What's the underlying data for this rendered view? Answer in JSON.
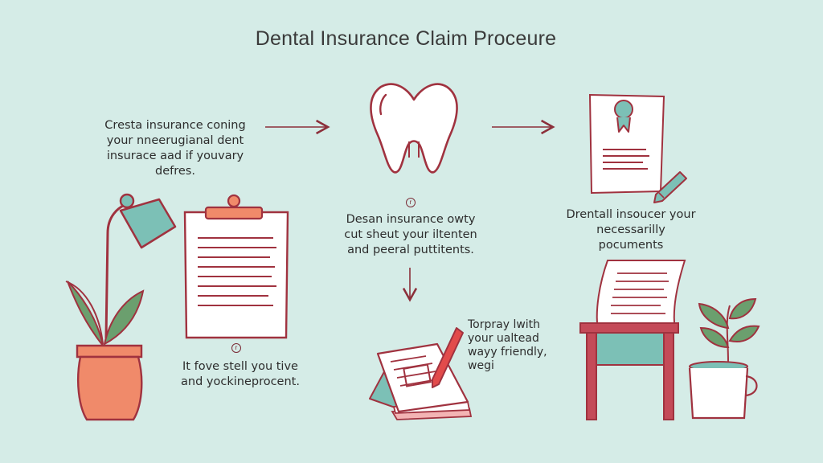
{
  "title": "Dental Insurance Claim Proceure",
  "steps": [
    {
      "text": "Cresta insurance coning\nyour nneerugianal dent\ninsurace aad if youvary\ndefres."
    },
    {
      "text": "Desan insurance owty\ncut sheut your iltenten\nand peeral puttitents."
    },
    {
      "text": "Drentall insoucer your\nnecessarilly pocuments"
    },
    {
      "text": "It fove stell you tive\nand yockineprocent."
    },
    {
      "text": "Torpray lwith\nyour ualtead\nwayy friendly,\nwegi"
    }
  ],
  "markers": [
    "r",
    "r"
  ],
  "colors": {
    "background": "#d5ece7",
    "line": "#a0323f",
    "teal": "#7cc0b6",
    "coral": "#f08a6a",
    "leaf": "#6b9f6e",
    "paper": "#ffffff"
  }
}
